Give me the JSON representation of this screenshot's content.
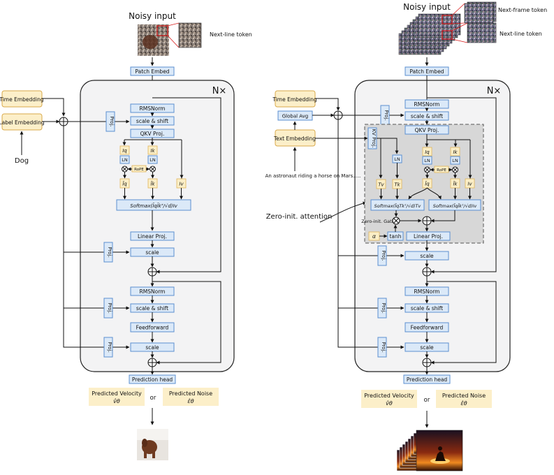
{
  "left": {
    "noisy_input": "Noisy input",
    "next_line_token": "Next-line token",
    "patch_embed": "Patch Embed",
    "nx": "N×",
    "time_embedding": "Time Embedding",
    "label_embedding": "Label Embedding",
    "dog": "Dog",
    "proj": "Proj.",
    "rmsnorm1": "RMSNorm",
    "scale_shift1": "scale & shift",
    "qkv_proj": "QKV Proj.",
    "iq": "Iq",
    "ik": "Ik",
    "ln": "LN",
    "rope": "RoPE",
    "iq_tilde": "Ĩq",
    "ik_tilde": "Ĩk",
    "iv": "Iv",
    "softmax": "Softmax(ĨqĨkᵀ/√d)Iv",
    "linear_proj": "Linear Proj.",
    "scale1": "scale",
    "rmsnorm2": "RMSNorm",
    "scale_shift2": "scale & shift",
    "feedforward": "Feedforward",
    "scale2": "scale",
    "prediction_head": "Prediction head",
    "pred_velocity": "Predicted Velocity",
    "v_theta": "v̂θ",
    "or": "or",
    "pred_noise": "Predicted Noise",
    "eps_theta": "ε̂θ"
  },
  "right": {
    "noisy_input": "Noisy input",
    "next_frame_token": "Next-frame token",
    "next_line_token": "Next-line token",
    "patch_embed": "Patch Embed",
    "nx": "N×",
    "time_embedding": "Time Embedding",
    "global_avg": "Global Avg",
    "text_embedding": "Text Embedding",
    "prompt": "An astronaut riding a horse on Mars.....",
    "zero_init_attention": "Zero-init. attention",
    "rmsnorm1": "RMSNorm",
    "scale_shift1": "scale & shift",
    "proj": "Proj.",
    "qkv_proj": "QKV Proj.",
    "kv_proj": "KV Proj.",
    "ln": "LN",
    "iq": "Iq",
    "ik": "Ik",
    "tk": "Tk",
    "tv": "Tv",
    "rope": "RoPE",
    "iq_tilde": "Ĩq",
    "ik_tilde": "Ĩk",
    "iv": "Iv",
    "softmax_text": "Softmax(ĨqTkᵀ/√d)Tv",
    "softmax_img": "Softmax(ĨqĨkᵀ/√d)Iv",
    "zero_gating": "Zero-init. Gating",
    "alpha": "α",
    "tanh": "tanh",
    "linear_proj": "Linear Proj.",
    "scale1": "scale",
    "rmsnorm2": "RMSNorm",
    "scale_shift2": "scale & shift",
    "feedforward": "Feedforward",
    "scale2": "scale",
    "prediction_head": "Prediction head",
    "pred_velocity": "Predicted Velocity",
    "v_theta": "v̂θ",
    "or": "or",
    "pred_noise": "Predicted Noise",
    "eps_theta": "ε̂θ"
  },
  "colors": {
    "blue_fill": "#dbe9f8",
    "blue_stroke": "#5b8fd0",
    "yellow_fill": "#fcefc9",
    "yellow_stroke": "#d9a94a",
    "panel_fill": "#f3f3f4",
    "attention_fill": "#d7d7d7"
  }
}
